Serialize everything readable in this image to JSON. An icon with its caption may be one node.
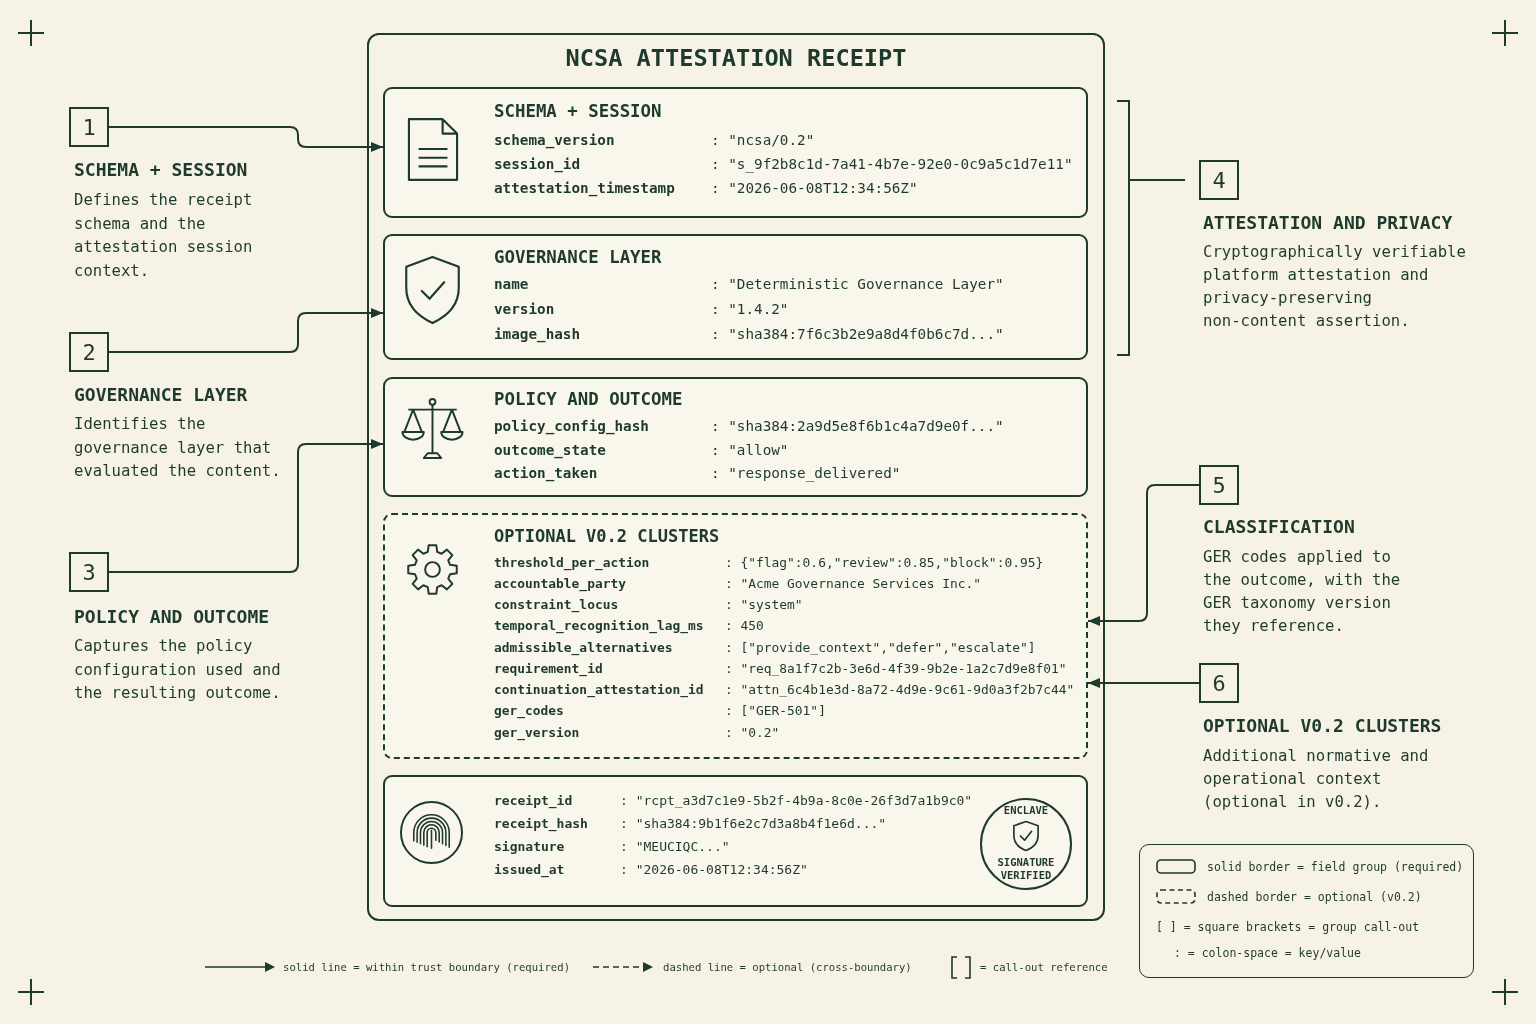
{
  "diagram": {
    "nodes": [
      {
        "text": [
          "1"
        ],
        "beside": [
          "SCHEMA + SESSION",
          "Defines the receipt schema and the attestation session context."
        ]
      },
      {
        "text": [
          "2"
        ],
        "beside": [
          "GOVERNANCE LAYER",
          "Identifies the governance layer that evaluated the content."
        ]
      },
      {
        "text": [
          "3"
        ],
        "beside": [
          "POLICY AND OUTCOME",
          "Captures the policy configuration used and the resulting outcome."
        ]
      },
      {
        "text": [
          "NCSA ATTESTATION RECEIPT"
        ]
      },
      {
        "text": [
          "SCHEMA + SESSION",
          "schema_version",
          ": \"ncsa/0.2\"",
          "session_id",
          ": \"s_9f2b8c1d-7a41-4b7e-92e0-0c9a5c1d7e11\"",
          "attestation_timestamp",
          ": \"2026-06-08T12:34:56Z\""
        ],
        "in": 3
      },
      {
        "text": [
          "GOVERNANCE LAYER",
          "name",
          ": \"Deterministic Governance Layer\"",
          "version",
          ": \"1.4.2\"",
          "image_hash",
          ": \"sha384:7f6c3b2e9a8d4f0b6c7d...\""
        ],
        "in": 3
      },
      {
        "text": [
          "POLICY AND OUTCOME",
          "policy_config_hash",
          ": \"sha384:2a9d5e8f6b1c4a7d9e0f...\"",
          "outcome_state",
          ": \"allow\"",
          "action_taken",
          ": \"response_delivered\""
        ],
        "in": 3
      },
      {
        "text": [
          "OPTIONAL V0.2 CLUSTERS",
          "threshold_per_action",
          ": {\"flag\":0.6,\"review\":0.85,\"block\":0.95}",
          "accountable_party",
          ": \"Acme Governance Services Inc.\"",
          "constraint_locus",
          ": \"system\"",
          "temporal_recognition_lag_ms",
          ": 450",
          "admissible_alternatives",
          ": [\"provide_context\",\"defer\",\"escalate\"]",
          "requirement_id",
          ": \"req_8a1f7c2b-3e6d-4f39-9b2e-1a2c7d9e8f01\"",
          "continuation_attestation_id",
          ": \"attn_6c4b1e3d-8a72-4d9e-9c61-9d0a3f2b7c44\"",
          "ger_codes",
          ": [\"GER-501\"]",
          "ger_version",
          ": \"0.2\""
        ],
        "in": 3
      },
      {
        "text": [
          "receipt_id",
          ": \"rcpt_a3d7c1e9-5b2f-4b9a-8c0e-26f3d7a1b9c0\"",
          "receipt_hash",
          ": \"sha384:9b1f6e2c7d3a8b4f1e6d...\"",
          "signature",
          ": \"MEUCIQC...\"",
          "issued_at",
          ": \"2026-06-08T12:34:56Z\""
        ],
        "in": 3
      },
      {
        "text": [
          "ENCLAVE",
          "SIGNATURE VERIFIED"
        ],
        "in": 8
      },
      {
        "text": [
          "4"
        ],
        "beside": [
          "ATTESTATION AND PRIVACY",
          "Cryptographically verifiable platform attestation and privacy-preserving non-content assertion."
        ]
      },
      {
        "text": [
          "5"
        ],
        "beside": [
          "CLASSIFICATION",
          "GER codes applied to the outcome, with the GER taxonomy version they reference."
        ]
      },
      {
        "text": [
          "6"
        ],
        "beside": [
          "OPTIONAL V0.2 CLUSTERS",
          "Additional normative and operational context (optional in v0.2)."
        ]
      }
    ],
    "edges": [
      {
        "from": 0,
        "to": 4,
        "arrow": "to"
      },
      {
        "from": 1,
        "to": 5,
        "arrow": "to"
      },
      {
        "from": 2,
        "to": 6,
        "arrow": "to"
      },
      {
        "from": 11,
        "to": 7,
        "arrow": "to"
      },
      {
        "from": 12,
        "to": 7,
        "arrow": "to"
      }
    ],
    "legend": [
      {
        "text": "solid border = field group (required)"
      },
      {
        "text": "dashed border = optional (v0.2)"
      },
      {
        "text": "[ ] = square brackets = group call-out"
      },
      {
        "text": ": = colon-space = key/value"
      },
      {
        "text": "solid line = within trust boundary (required)"
      },
      {
        "text": "dashed line = optional (cross-boundary)"
      },
      {
        "text": "= call-out reference"
      }
    ]
  }
}
